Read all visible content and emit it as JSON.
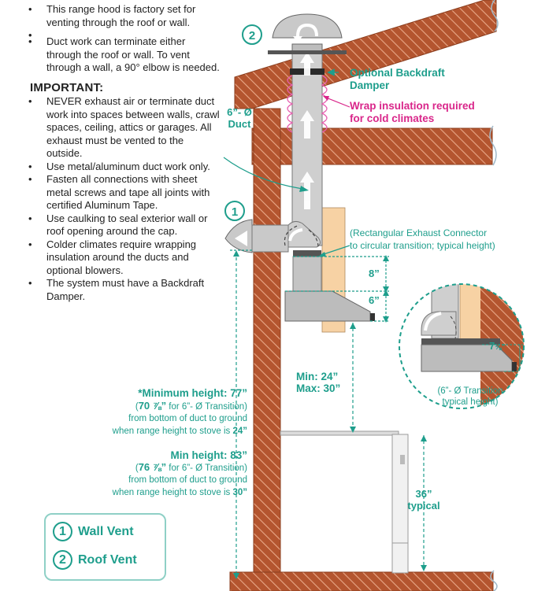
{
  "notes": {
    "intro": [
      "This range hood is factory set for venting through the roof or wall.",
      "Duct work can terminate either through the roof or wall. To vent through a wall, a 90° elbow is needed."
    ],
    "important_heading": "IMPORTANT:",
    "important": [
      "NEVER exhaust air or terminate duct work into spaces between walls, crawl spaces, ceiling, attics or garages. All exhaust must be vented to the outside.",
      "Use metal/aluminum duct work only.",
      "Fasten all connections with sheet metal screws and tape all joints with certified Aluminum Tape.",
      "Use caulking to seal exterior wall or roof opening around the cap.",
      "Colder climates require wrapping insulation around the ducts and optional blowers.",
      "The system must have a Backdraft Damper."
    ]
  },
  "labels": {
    "backdraft_1": "Optional Backdraft",
    "backdraft_2": "Damper",
    "insulation_1": "Wrap insulation required",
    "insulation_2": "for cold climates",
    "duct_1": "6”- Ø",
    "duct_2": "Duct",
    "connector_1": "(Rectangular Exhaust Connector",
    "connector_2": "to circular transition; typical height)",
    "dim_8": "8”",
    "dim_6": "6”",
    "dim_7_main": "7",
    "dim_7_frac": "⅛”",
    "transition_1": "(6”- Ø Transition",
    "transition_2": "typical height)",
    "range_1": "Min: 24”",
    "range_2": "Max: 30”",
    "typical_1": "36”",
    "typical_2": "typical",
    "num_roof": "2",
    "num_wall": "1"
  },
  "heights": {
    "min77_title": "*Minimum height: 77”",
    "min77_val": "70 ⅞”",
    "min77_suffix": " for 6”- Ø Transition)",
    "min77_line3": "from bottom of duct to ground",
    "min77_line4": "when range height to stove is ",
    "min77_line4_bold": "24”",
    "min83_title": "Min height: 83”",
    "min83_val": "76 ⅞”",
    "min83_suffix": " for 6”- Ø Transition)",
    "min83_line3": "from bottom of duct to ground",
    "min83_line4": "when range height to stove is ",
    "min83_line4_bold": "30”"
  },
  "legend": {
    "wall_num": "1",
    "wall_label": "Wall Vent",
    "roof_num": "2",
    "roof_label": "Roof Vent"
  },
  "colors": {
    "brick": "#b4552f",
    "teal": "#1e9e8c",
    "magenta": "#d9268a",
    "duct": "#cfcfcf",
    "connector_fill": "#f7d2a4"
  }
}
